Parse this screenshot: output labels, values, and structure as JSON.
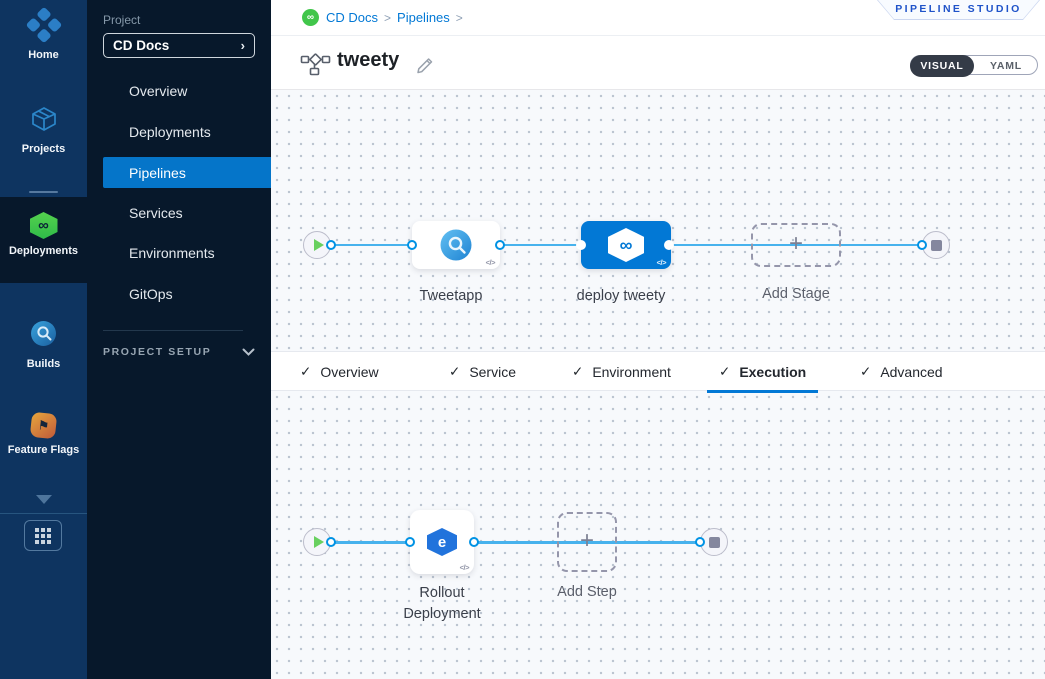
{
  "colors": {
    "accent_blue": "#0278d5",
    "rail_bg": "#0e3460",
    "sidebar_bg": "#07182b",
    "flow_line": "#47b2ed",
    "cd_green": "#41c64a",
    "badge_text": "#1f53c9",
    "canvas_bg": "#f7f9fc"
  },
  "rail": {
    "items": [
      {
        "label": "Home",
        "icon": "home-diamond-icon"
      },
      {
        "label": "Projects",
        "icon": "cube-icon"
      },
      {
        "label": "Deployments",
        "icon": "cd-hexagon-icon",
        "selected": true
      },
      {
        "label": "Builds",
        "icon": "ci-circle-icon"
      },
      {
        "label": "Feature Flags",
        "icon": "flag-icon"
      }
    ],
    "flag_glyph": "⚑",
    "infinity_glyph": "∞"
  },
  "sidebar": {
    "project_label": "Project",
    "project_name": "CD Docs",
    "project_chevron": "›",
    "items": [
      {
        "label": "Overview"
      },
      {
        "label": "Deployments"
      },
      {
        "label": "Pipelines",
        "selected": true
      },
      {
        "label": "Services"
      },
      {
        "label": "Environments"
      },
      {
        "label": "GitOps"
      }
    ],
    "setup_label": "PROJECT SETUP"
  },
  "header": {
    "breadcrumb": {
      "items": [
        "CD Docs",
        "Pipelines"
      ],
      "separator": ">"
    },
    "studio_badge": "PIPELINE STUDIO",
    "pipeline_name": "tweety",
    "toggle": {
      "visual": "VISUAL",
      "yaml": "YAML"
    }
  },
  "stage_canvas": {
    "stages": [
      {
        "name": "Tweetapp",
        "selected": false
      },
      {
        "name": "deploy tweety",
        "selected": true
      }
    ],
    "add_stage_label": "Add Stage",
    "code_badge": "</>",
    "infinity_glyph": "∞"
  },
  "tabs": [
    {
      "label": "Overview",
      "check": "✓"
    },
    {
      "label": "Service",
      "check": "✓"
    },
    {
      "label": "Environment",
      "check": "✓"
    },
    {
      "label": "Execution",
      "check": "✓",
      "active": true
    },
    {
      "label": "Advanced",
      "check": "✓"
    }
  ],
  "step_canvas": {
    "steps": [
      {
        "name": "Rollout Deployment"
      }
    ],
    "add_step_label": "Add Step",
    "code_badge": "</>",
    "rollout_glyph": "e",
    "plus_glyph": "+"
  }
}
